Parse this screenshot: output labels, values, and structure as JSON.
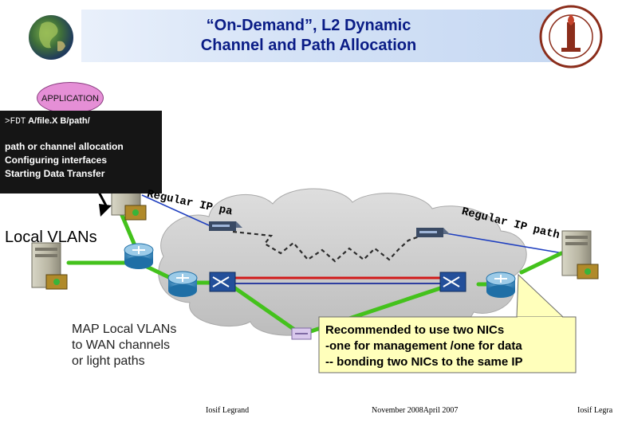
{
  "title": {
    "line1": "“On-Demand”, L2 Dynamic",
    "line2": "Channel and Path Allocation"
  },
  "application": {
    "label": "APPLICATION"
  },
  "terminal": {
    "prompt": ">FDT",
    "command": "A/file.X  B/path/",
    "steps": [
      "path or channel allocation",
      "Configuring interfaces",
      "Starting Data Transfer"
    ]
  },
  "labels": {
    "local_vlans": "Local VLANs",
    "regular_ip_path_left": "Regular IP path",
    "regular_ip_path_right": "Regular IP path",
    "map_line1": "MAP Local VLANs",
    "map_line2": "to WAN channels",
    "map_line3": "or light paths"
  },
  "callout": {
    "lines": [
      "Recommended to use two NICs",
      "-one for management /one for data",
      "-- bonding two NICs to the same IP"
    ]
  },
  "footer": {
    "left": "Iosif Legrand",
    "center": "November   2008April 2007",
    "right": "Iosif Legra"
  },
  "colors": {
    "title_text": "#0a1c86",
    "vlan_link": "#44c21c",
    "ip_link": "#1f3fbf",
    "lightpath": "#d11919",
    "callout_fill": "#ffffbb",
    "cloud": "#cfcfcf"
  }
}
